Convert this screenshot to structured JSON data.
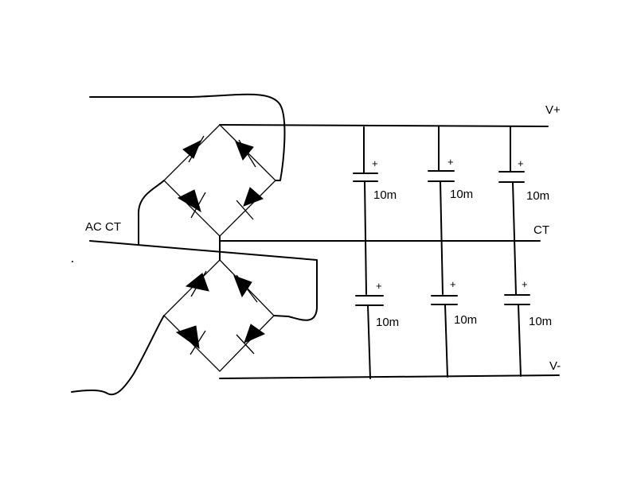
{
  "labels": {
    "vplus": "V+",
    "ct": "CT",
    "vminus": "V-",
    "ac_ct": "AC CT"
  },
  "capacitors": [
    {
      "value": "10m",
      "polarity": "+"
    },
    {
      "value": "10m",
      "polarity": "+"
    },
    {
      "value": "10m",
      "polarity": "+"
    },
    {
      "value": "10m",
      "polarity": "+"
    },
    {
      "value": "10m",
      "polarity": "+"
    },
    {
      "value": "10m",
      "polarity": "+"
    }
  ]
}
